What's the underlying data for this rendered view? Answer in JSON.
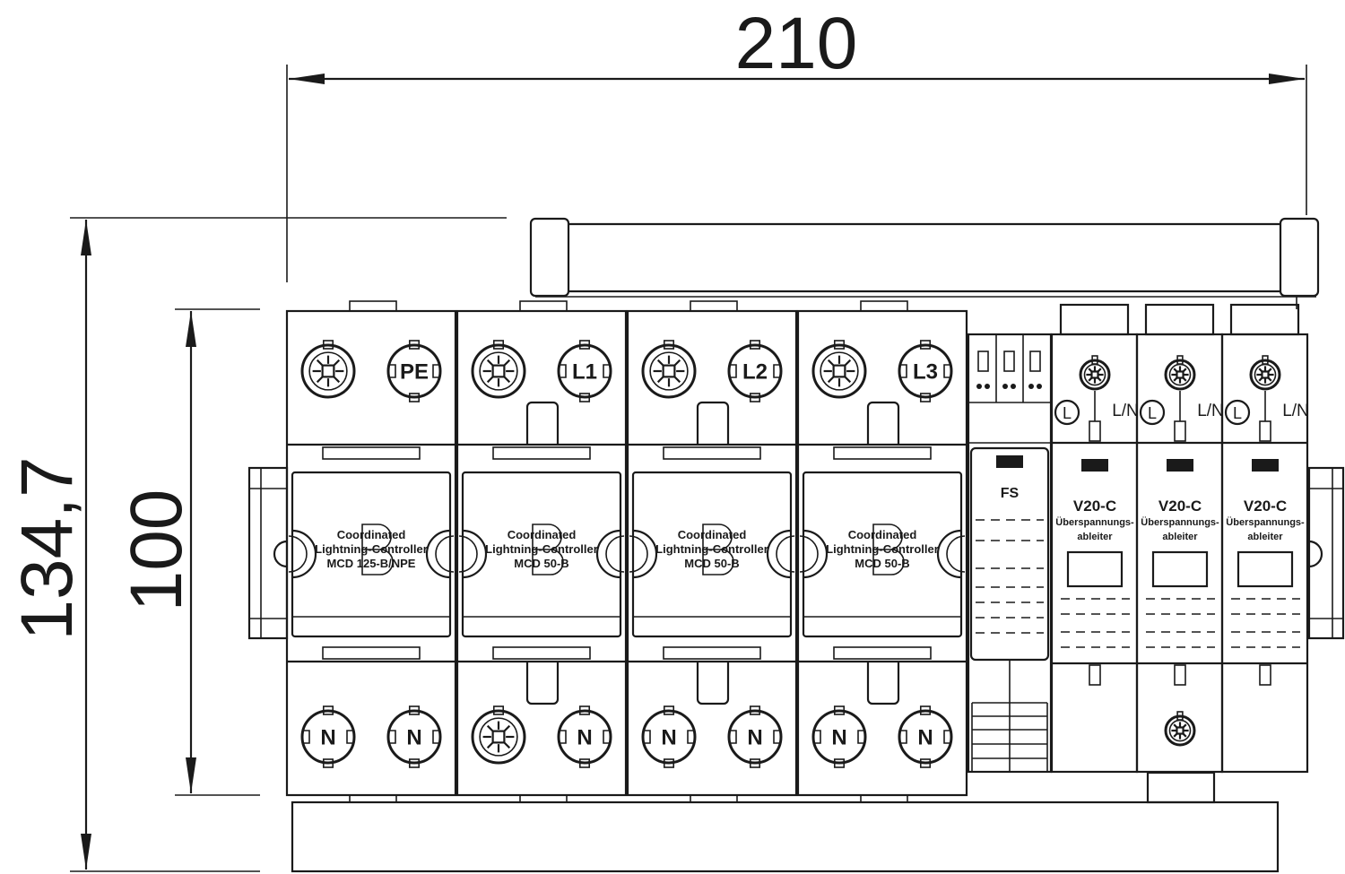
{
  "dimensions": {
    "width": "210",
    "total_height": "134,7",
    "module_height": "100"
  },
  "big_modules": [
    {
      "top_terminals": [
        "",
        "PE"
      ],
      "bottom_terminals": [
        "N",
        "N"
      ],
      "label_lines": [
        "Coordinated",
        "Lightning-Controller",
        "MCD 125-B/NPE"
      ]
    },
    {
      "top_terminals": [
        "",
        "L1"
      ],
      "bottom_terminals": [
        "",
        "N"
      ],
      "label_lines": [
        "Coordinated",
        "Lightning-Controller",
        "MCD 50-B"
      ]
    },
    {
      "top_terminals": [
        "",
        "L2"
      ],
      "bottom_terminals": [
        "N",
        "N"
      ],
      "label_lines": [
        "Coordinated",
        "Lightning-Controller",
        "MCD 50-B"
      ]
    },
    {
      "top_terminals": [
        "",
        "L3"
      ],
      "bottom_terminals": [
        "N",
        "N"
      ],
      "label_lines": [
        "Coordinated",
        "Lightning-Controller",
        "MCD 50-B"
      ]
    }
  ],
  "fs_module": {
    "label": "FS"
  },
  "v20_modules": [
    {
      "left_label": "L",
      "right_label": "L/N",
      "model": "V20-C",
      "desc_lines": [
        "Überspannungs-",
        "ableiter"
      ]
    },
    {
      "left_label": "L",
      "right_label": "L/N",
      "model": "V20-C",
      "desc_lines": [
        "Überspannungs-",
        "ableiter"
      ]
    },
    {
      "left_label": "L",
      "right_label": "L/N",
      "model": "V20-C",
      "desc_lines": [
        "Überspannungs-",
        "ableiter"
      ]
    }
  ]
}
